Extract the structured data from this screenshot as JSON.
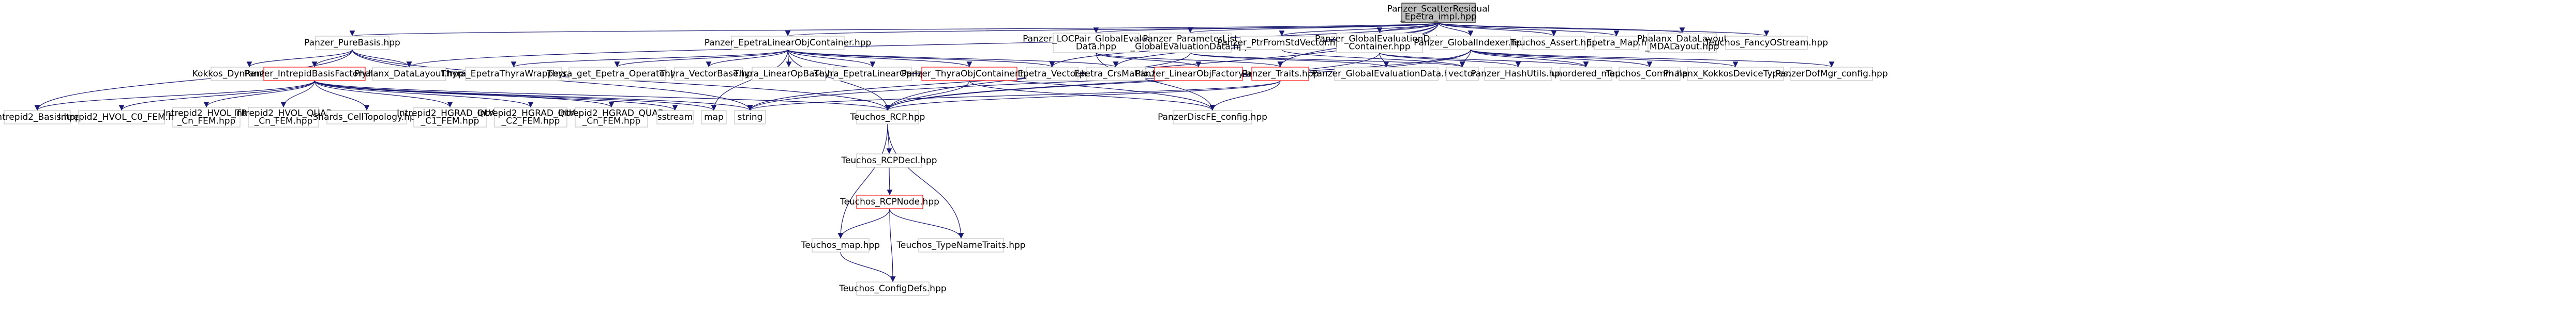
{
  "colors": {
    "edge": "#191970",
    "node_border": "#bfbfbf",
    "node_border_red": "#ff0000",
    "node_fill": "#ffffff",
    "root_fill": "#bfbfbf",
    "root_border": "#000000"
  },
  "nodes": [
    {
      "id": "root",
      "lines": [
        "Panzer_ScatterResidual",
        "_Epetra_impl.hpp"
      ],
      "style": "root"
    },
    {
      "id": "purebasis",
      "lines": [
        "Panzer_PureBasis.hpp"
      ],
      "style": "gray"
    },
    {
      "id": "epetralinearobj",
      "lines": [
        "Panzer_EpetraLinearObjContainer.hpp"
      ],
      "style": "gray"
    },
    {
      "id": "locpair",
      "lines": [
        "Panzer_LOCPair_GlobalEvaluation",
        "Data.hpp"
      ],
      "style": "gray"
    },
    {
      "id": "paramlist",
      "lines": [
        "Panzer_ParameterList",
        "_GlobalEvaluationData.hpp"
      ],
      "style": "gray"
    },
    {
      "id": "ptrfromstdvector",
      "lines": [
        "Panzer_PtrFromStdVector.hpp"
      ],
      "style": "gray"
    },
    {
      "id": "globalevalcontainer",
      "lines": [
        "Panzer_GlobalEvaluationData",
        "Container.hpp"
      ],
      "style": "gray"
    },
    {
      "id": "globalindexer",
      "lines": [
        "Panzer_GlobalIndexer.hpp"
      ],
      "style": "gray"
    },
    {
      "id": "teuchosassert",
      "lines": [
        "Teuchos_Assert.hpp"
      ],
      "style": "gray"
    },
    {
      "id": "epetramap",
      "lines": [
        "Epetra_Map.h"
      ],
      "style": "gray"
    },
    {
      "id": "phalanxmdalayout",
      "lines": [
        "Phalanx_DataLayout",
        "_MDALayout.hpp"
      ],
      "style": "gray"
    },
    {
      "id": "teuchosfancy",
      "lines": [
        "Teuchos_FancyOStream.hpp"
      ],
      "style": "gray"
    },
    {
      "id": "kokkosdynrank",
      "lines": [
        "Kokkos_DynRankView.hpp"
      ],
      "style": "gray"
    },
    {
      "id": "intrepidfactory",
      "lines": [
        "Panzer_IntrepidBasisFactory.hpp"
      ],
      "style": "red"
    },
    {
      "id": "phalanxdatalayout",
      "lines": [
        "Phalanx_DataLayout.hpp"
      ],
      "style": "gray"
    },
    {
      "id": "thyraepetrathyra",
      "lines": [
        "Thyra_EpetraThyraWrappers.hpp"
      ],
      "style": "gray"
    },
    {
      "id": "thyragetepetra",
      "lines": [
        "Thyra_get_Epetra_Operator.hpp"
      ],
      "style": "gray"
    },
    {
      "id": "thyravectorbase",
      "lines": [
        "Thyra_VectorBase.hpp"
      ],
      "style": "gray"
    },
    {
      "id": "thyralinearopbase",
      "lines": [
        "Thyra_LinearOpBase.hpp"
      ],
      "style": "gray"
    },
    {
      "id": "epetralinearop",
      "lines": [
        "Thyra_EpetraLinearOp.hpp"
      ],
      "style": "gray"
    },
    {
      "id": "thyraobjcontainer",
      "lines": [
        "Panzer_ThyraObjContainer.hpp"
      ],
      "style": "red"
    },
    {
      "id": "epetravector",
      "lines": [
        "Epetra_Vector.h"
      ],
      "style": "gray"
    },
    {
      "id": "epetracrsmatrix",
      "lines": [
        "Epetra_CrsMatrix.h"
      ],
      "style": "gray"
    },
    {
      "id": "linearobjfactory",
      "lines": [
        "Panzer_LinearObjFactory.hpp"
      ],
      "style": "red"
    },
    {
      "id": "panzertraits",
      "lines": [
        "Panzer_Traits.hpp"
      ],
      "style": "red"
    },
    {
      "id": "globalevaldata",
      "lines": [
        "Panzer_GlobalEvaluationData.hpp"
      ],
      "style": "gray"
    },
    {
      "id": "vector",
      "lines": [
        "vector"
      ],
      "style": "gray"
    },
    {
      "id": "hashutils",
      "lines": [
        "Panzer_HashUtils.hpp"
      ],
      "style": "gray"
    },
    {
      "id": "unorderedmap",
      "lines": [
        "unordered_map"
      ],
      "style": "gray"
    },
    {
      "id": "teuchoscomm",
      "lines": [
        "Teuchos_Comm.hpp"
      ],
      "style": "gray"
    },
    {
      "id": "phalanxkokkos",
      "lines": [
        "Phalanx_KokkosDeviceTypes.hpp"
      ],
      "style": "gray"
    },
    {
      "id": "dofmgrconfig",
      "lines": [
        "PanzerDofMgr_config.hpp"
      ],
      "style": "gray"
    },
    {
      "id": "intrepidbasis",
      "lines": [
        "Intrepid2_Basis.hpp"
      ],
      "style": "gray"
    },
    {
      "id": "hvolc0fem",
      "lines": [
        "Intrepid2_HVOL_C0_FEM.hpp"
      ],
      "style": "gray"
    },
    {
      "id": "hvoltri",
      "lines": [
        "Intrepid2_HVOL_TRI",
        "_Cn_FEM.hpp"
      ],
      "style": "gray"
    },
    {
      "id": "hvolquad",
      "lines": [
        "Intrepid2_HVOL_QUAD",
        "_Cn_FEM.hpp"
      ],
      "style": "gray"
    },
    {
      "id": "shardscell",
      "lines": [
        "Shards_CellTopology.hpp"
      ],
      "style": "gray"
    },
    {
      "id": "hgradquadc1",
      "lines": [
        "Intrepid2_HGRAD_QUAD",
        "_C1_FEM.hpp"
      ],
      "style": "gray"
    },
    {
      "id": "hgradquadc2",
      "lines": [
        "Intrepid2_HGRAD_QUAD",
        "_C2_FEM.hpp"
      ],
      "style": "gray"
    },
    {
      "id": "hgradquadcn",
      "lines": [
        "Intrepid2_HGRAD_QUAD",
        "_Cn_FEM.hpp"
      ],
      "style": "gray"
    },
    {
      "id": "sstream",
      "lines": [
        "sstream"
      ],
      "style": "gray"
    },
    {
      "id": "map",
      "lines": [
        "map"
      ],
      "style": "gray"
    },
    {
      "id": "string",
      "lines": [
        "string"
      ],
      "style": "gray"
    },
    {
      "id": "teuchosrcp",
      "lines": [
        "Teuchos_RCP.hpp"
      ],
      "style": "gray"
    },
    {
      "id": "discfeconfig",
      "lines": [
        "PanzerDiscFE_config.hpp"
      ],
      "style": "gray"
    },
    {
      "id": "rcpdecl",
      "lines": [
        "Teuchos_RCPDecl.hpp"
      ],
      "style": "gray"
    },
    {
      "id": "rcpnode",
      "lines": [
        "Teuchos_RCPNode.hpp"
      ],
      "style": "red"
    },
    {
      "id": "teuchosmap",
      "lines": [
        "Teuchos_map.hpp"
      ],
      "style": "gray"
    },
    {
      "id": "typenametraits",
      "lines": [
        "Teuchos_TypeNameTraits.hpp"
      ],
      "style": "gray"
    },
    {
      "id": "configdefs",
      "lines": [
        "Teuchos_ConfigDefs.hpp"
      ],
      "style": "gray"
    }
  ]
}
